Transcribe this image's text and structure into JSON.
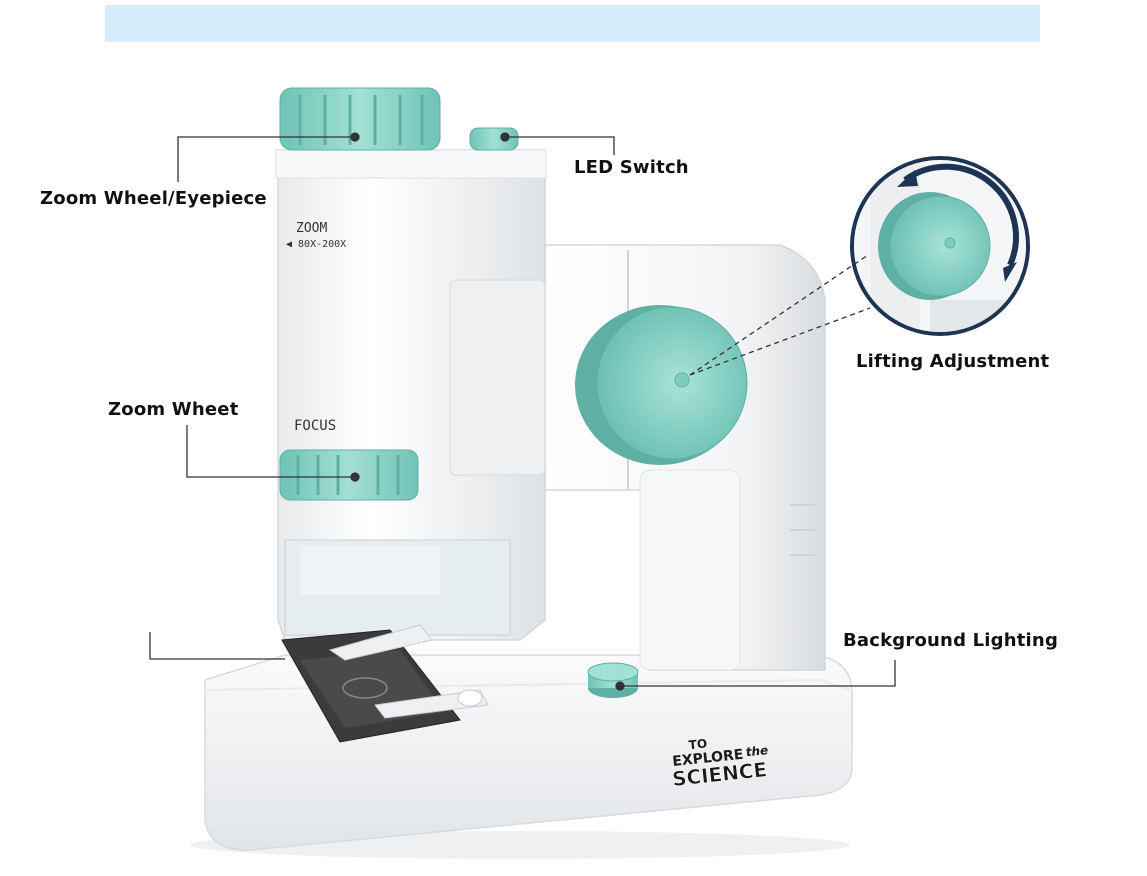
{
  "banner": {
    "color": "#d6ecfa"
  },
  "labels": {
    "zoom_eyepiece": "Zoom Wheel/Eyepiece",
    "led_switch": "LED Switch",
    "lifting_adjustment": "Lifting Adjustment",
    "zoom_wheel": "Zoom Wheet",
    "background_lighting": "Background Lighting"
  },
  "engravings": {
    "zoom": "ZOOM",
    "zoom_range": "◀ 80X-200X",
    "focus": "FOCUS"
  },
  "logo": {
    "line1": "TO",
    "line2": "EXPLORE",
    "line2b": "the",
    "line3": "SCIENCE"
  },
  "colors": {
    "accent_teal": "#8fd6cb",
    "accent_teal_dark": "#5fb8ab",
    "body_white": "#f4f5f6",
    "callout_line": "#333333",
    "magnifier_ring": "#1d3553"
  }
}
